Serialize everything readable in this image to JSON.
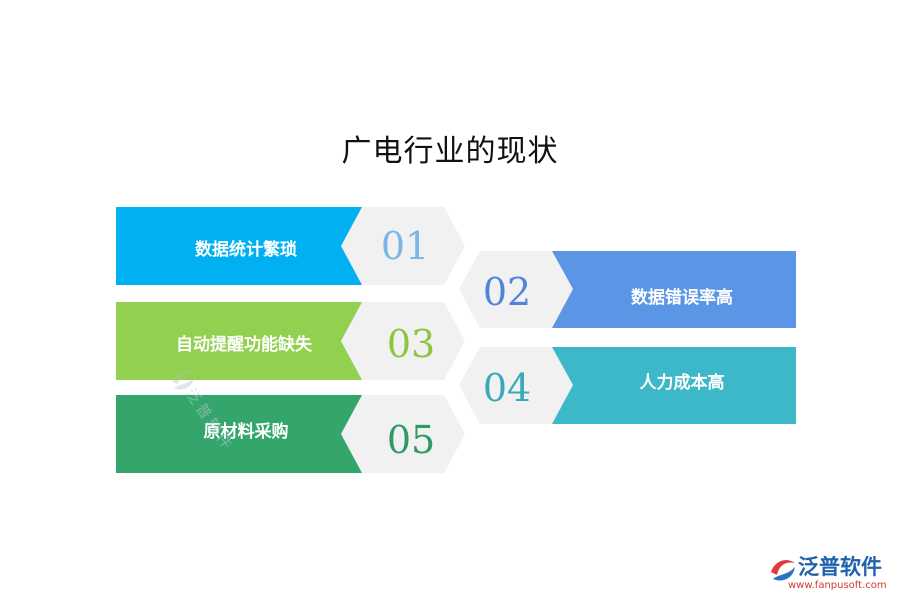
{
  "title": "广电行业的现状",
  "items": [
    {
      "number": "01",
      "label": "数据统计繁琐",
      "color": "#00b0f0",
      "num_color": "#7ab7e8"
    },
    {
      "number": "02",
      "label": "数据错误率高",
      "color": "#5b95e6",
      "num_color": "#4f84d8"
    },
    {
      "number": "03",
      "label": "自动提醒功能缺失",
      "color": "#92d050",
      "num_color": "#8cc63f"
    },
    {
      "number": "04",
      "label": "人力成本高",
      "color": "#3db8c8",
      "num_color": "#3aa9bb"
    },
    {
      "number": "05",
      "label": "原材料采购",
      "color": "#34a56b",
      "num_color": "#2f9a63"
    }
  ],
  "watermark": {
    "text": "泛普软件"
  },
  "logo": {
    "name": "泛普软件",
    "url": "www.fanpusoft.com"
  },
  "colors": {
    "hex_bg": "#f1f1f1",
    "title": "#111111"
  }
}
